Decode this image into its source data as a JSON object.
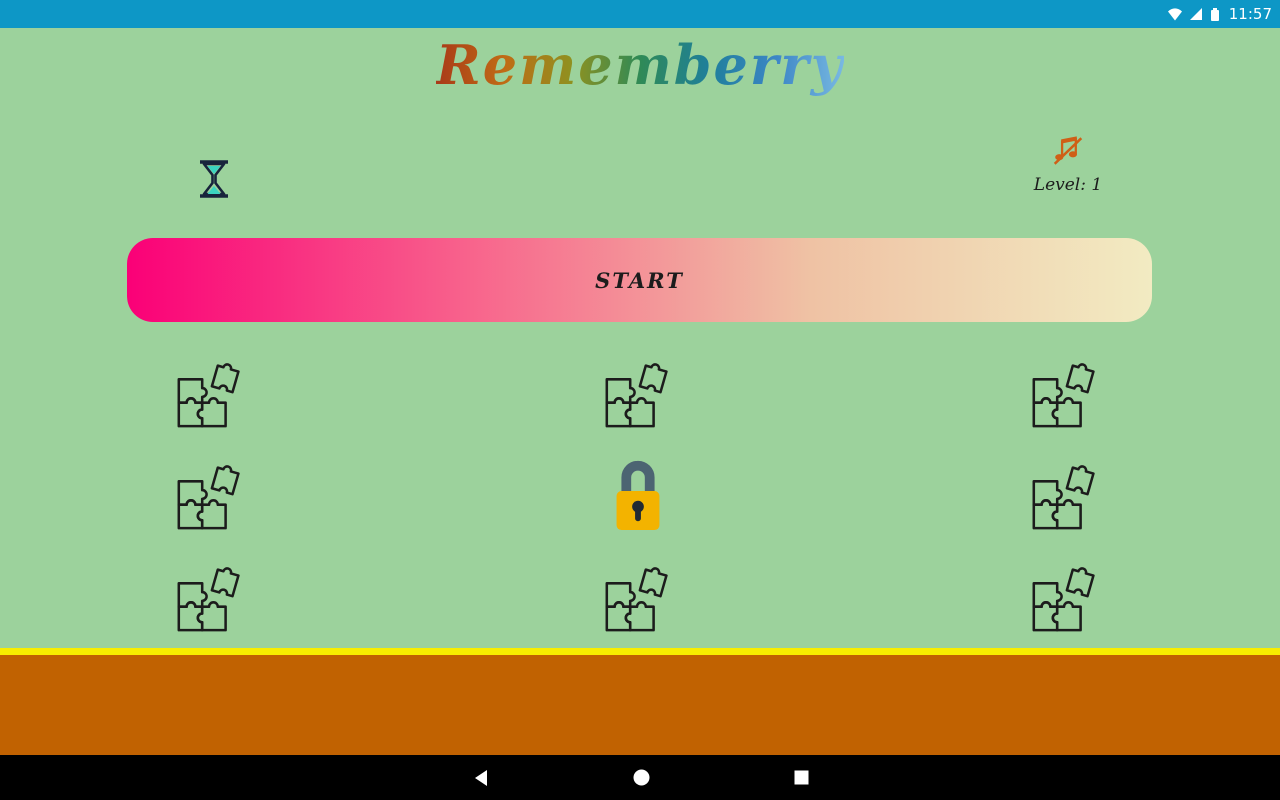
{
  "status_bar": {
    "time": "11:57",
    "icons": [
      "wifi-icon",
      "cell-signal-icon",
      "battery-icon"
    ]
  },
  "header": {
    "title": "Rememberry"
  },
  "hud": {
    "level_label": "Level: 1",
    "timer_icon": "hourglass-icon",
    "sound_icon": "music-off-icon"
  },
  "start_button": {
    "label": "START"
  },
  "grid": {
    "cells": [
      "puzzle",
      "puzzle",
      "puzzle",
      "puzzle",
      "lock",
      "puzzle",
      "puzzle",
      "puzzle",
      "puzzle"
    ]
  },
  "nav": {
    "buttons": [
      "back",
      "home",
      "recents"
    ]
  },
  "theme": {
    "status_bar_bg": "#0d97c6",
    "background": "#9cd29c",
    "title_gradient": [
      "#a93a18",
      "#c06b15",
      "#8f9120",
      "#2f8a56",
      "#1f7f9a",
      "#3c86c6",
      "#79b9e2"
    ],
    "start_gradient": [
      "#fa0077",
      "#f8638c",
      "#efc2a4",
      "#f2ebc2"
    ],
    "text_dark": "#1c1c1c",
    "banner_yellow": "#f8ee00",
    "banner_orange": "#c16201",
    "nav_bg": "#000000",
    "lock_body": "#f3b300",
    "lock_shackle": "#4c6472",
    "keyhole": "#212a33",
    "music_icon": "#cf5f17",
    "hourglass_frame": "#18243c",
    "hourglass_sand": "#3bd4c0",
    "puzzle_stroke": "#1c1c1c"
  }
}
